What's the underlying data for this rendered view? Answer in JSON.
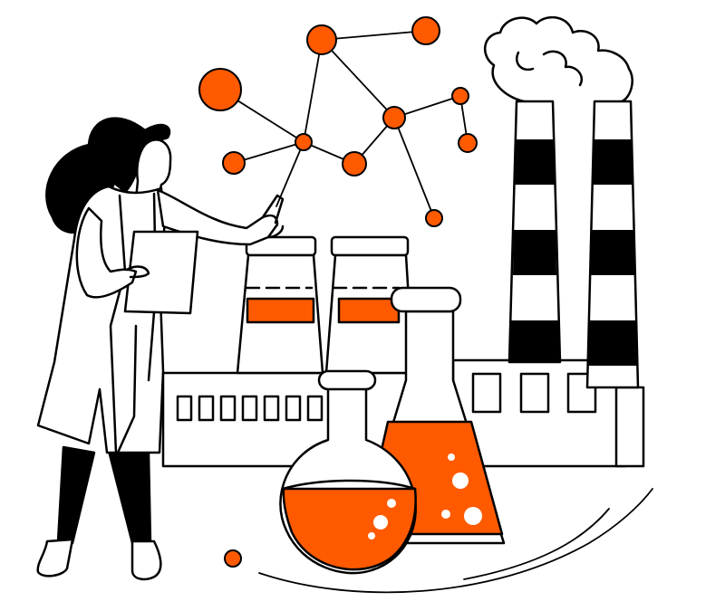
{
  "illustration": {
    "colors": {
      "accent": "#ff5a00",
      "ink": "#000000",
      "paper": "#ffffff"
    },
    "elements": [
      "scientist-woman",
      "clipboard",
      "molecule-network",
      "factory-building",
      "smokestack-pair",
      "smoke-cloud",
      "silo-tanks",
      "round-bottom-flask",
      "erlenmeyer-flask",
      "floor-swoosh-lines"
    ]
  }
}
